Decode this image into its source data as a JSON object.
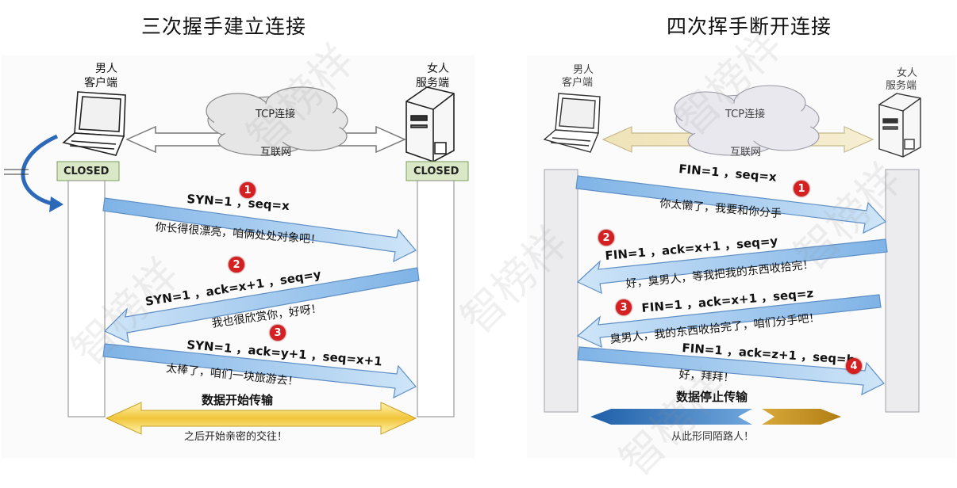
{
  "left": {
    "title": "三次握手建立连接",
    "client_label": [
      "男人",
      "客户端"
    ],
    "server_label": [
      "女人",
      "服务端"
    ],
    "network_top": "TCP连接",
    "network_bottom": "互联网",
    "client_state": "CLOSED",
    "server_state": "CLOSED",
    "steps": [
      {
        "badge": "1",
        "msg": "SYN=1 ，seq=x",
        "caption": "你长得很漂亮，咱俩处处对象吧！"
      },
      {
        "badge": "2",
        "msg": "SYN=1 ，ack=x+1 ，seq=y",
        "caption": "我也很欣赏你，好呀！"
      },
      {
        "badge": "3",
        "msg": "SYN=1 ，ack=y+1 ，seq=x+1",
        "caption": "太棒了，咱们一块旅游去！"
      }
    ],
    "transfer_label": "数据开始传输",
    "footer": "之后开始亲密的交往！"
  },
  "right": {
    "title": "四次挥手断开连接",
    "client_label": [
      "男人",
      "客户端"
    ],
    "server_label": [
      "女人",
      "服务端"
    ],
    "network_top": "TCP连接",
    "network_bottom": "互联网",
    "steps": [
      {
        "badge": "1",
        "msg": "FIN=1 ，seq=x",
        "caption": "你太懒了，我要和你分手"
      },
      {
        "badge": "2",
        "msg": "FIN=1 ，ack=x+1 ，seq=y",
        "caption": "好，臭男人，等我把我的东西收拾完！"
      },
      {
        "badge": "3",
        "msg": "FIN=1 ，ack=x+1 ，seq=z",
        "caption": "臭男人，我的东西收拾完了，咱们分手吧！"
      },
      {
        "badge": "4",
        "msg": "FIN=1 ，ack=z+1 ，seq=h",
        "caption": "好，拜拜！"
      }
    ],
    "transfer_label": "数据停止传输",
    "footer": "从此形同陌路人！"
  },
  "watermark": "智榜样",
  "colors": {
    "arrow_fill": "#a8cff0",
    "arrow_stroke": "#5e8fc5",
    "badge": "#d42020",
    "gold": "#f2c63a",
    "blue_bar": "#2e6fb4",
    "brown_bar": "#c0901d"
  }
}
